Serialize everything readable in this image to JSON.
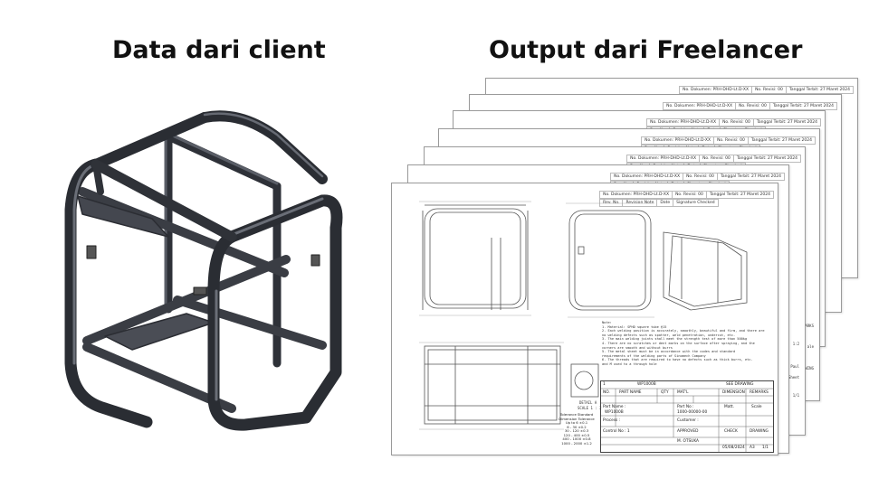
{
  "headings": {
    "left": "Data dari client",
    "right": "Output dari Freelancer"
  },
  "sheet_header": {
    "doc_no": "No. Dokumen: PRH-DHD-Lt.D-XX",
    "rev_id": "No. Revisi: 00",
    "date_issued": "Tanggal Terbit: 27 Maret 2024",
    "rev_no": "Rev. No.",
    "revision_note": "Revision Note",
    "date": "Date",
    "signature": "Signature Checked"
  },
  "notes": {
    "heading": "Note:",
    "lines": [
      "1. Material: SPHD square tube @15",
      "2. Each welding position is accurately, smoothly, beautiful and firm, and there are",
      "no welding defects such as spatter, weld penetration, undercut, etc.",
      "3. The main welding joints shall meet the strength test of more than 500kg",
      "4. There are no scratches or dent marks on the surface after spraying, and the",
      "corners are smooth and without burrs",
      "5. The metal sheet must be in accordance with the codes and standard",
      "requirements of the welding parts of Sinomech Company",
      "6. The threads that are required to have no defects such as thick burrs, etc.",
      "and M used to a through hole"
    ]
  },
  "title_block": {
    "item_no": "1",
    "rows": [
      [
        "NO.",
        "PART NAME",
        "QTY",
        "MAT'L",
        "DIMENSION",
        "REMARKS"
      ],
      [
        "Part Name :",
        "",
        "Part No :",
        "",
        "Matt.",
        "Scale"
      ],
      [
        "Process :",
        "",
        "Customer :",
        "",
        "",
        ""
      ],
      [
        "Control No : 1",
        "",
        "APPROVED",
        "CHECK",
        "DRAWING",
        ""
      ]
    ],
    "part_name": "WP1000B",
    "part_name2": "WP1000B",
    "part_no": "1000-00000-00",
    "see_drawing": "SEE DRAWING",
    "size": "A3",
    "sheet": "1/1",
    "date": "05/08/2024",
    "signer": "M. OTSUKA"
  },
  "tolerance": {
    "heading": "Tolerance Standard",
    "rows": [
      [
        "Dimension",
        "Tolerance"
      ],
      [
        "Up to 6",
        "±0.1"
      ],
      [
        "6 - 30",
        "±0.2"
      ],
      [
        "30 - 120",
        "±0.3"
      ],
      [
        "120 - 400",
        "±0.5"
      ],
      [
        "400 - 1000",
        "±0.8"
      ],
      [
        "1000 - 2000",
        "±1.2"
      ]
    ]
  },
  "detail_label": "DETAIL A",
  "detail_scale": "SCALE 1 : 2",
  "back_sheet_labels": [
    "MARKS",
    "ale",
    "1:2",
    "WING",
    "Paul",
    "Sheet",
    "1/1"
  ]
}
